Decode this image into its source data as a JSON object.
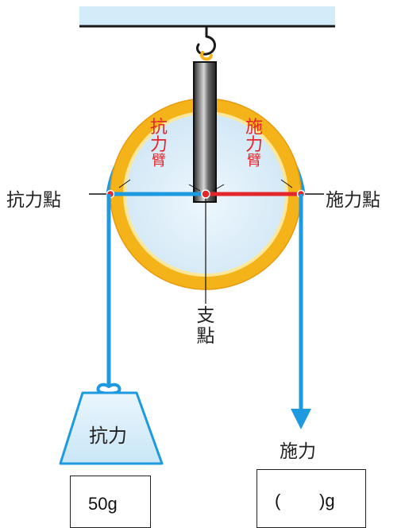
{
  "labels": {
    "resistance_point": "抗力點",
    "effort_point": "施力點",
    "resistance_arm": [
      "抗",
      "力",
      "臂"
    ],
    "effort_arm": [
      "施",
      "力",
      "臂"
    ],
    "fulcrum": [
      "支",
      "點"
    ],
    "resistance_force": "抗力",
    "effort_force": "施力"
  },
  "answers": {
    "resistance_weight": "50g",
    "effort_weight_open": "(",
    "effort_weight_close": ")g"
  },
  "colors": {
    "rope_blue": "#1e9be0",
    "arm_red": "#e3262b",
    "rim_yellow": "#f5b31a",
    "wheel_fill": "#d6ecf8",
    "ceiling": "#d2ecfa",
    "pivot_dot": "#e3262b"
  }
}
